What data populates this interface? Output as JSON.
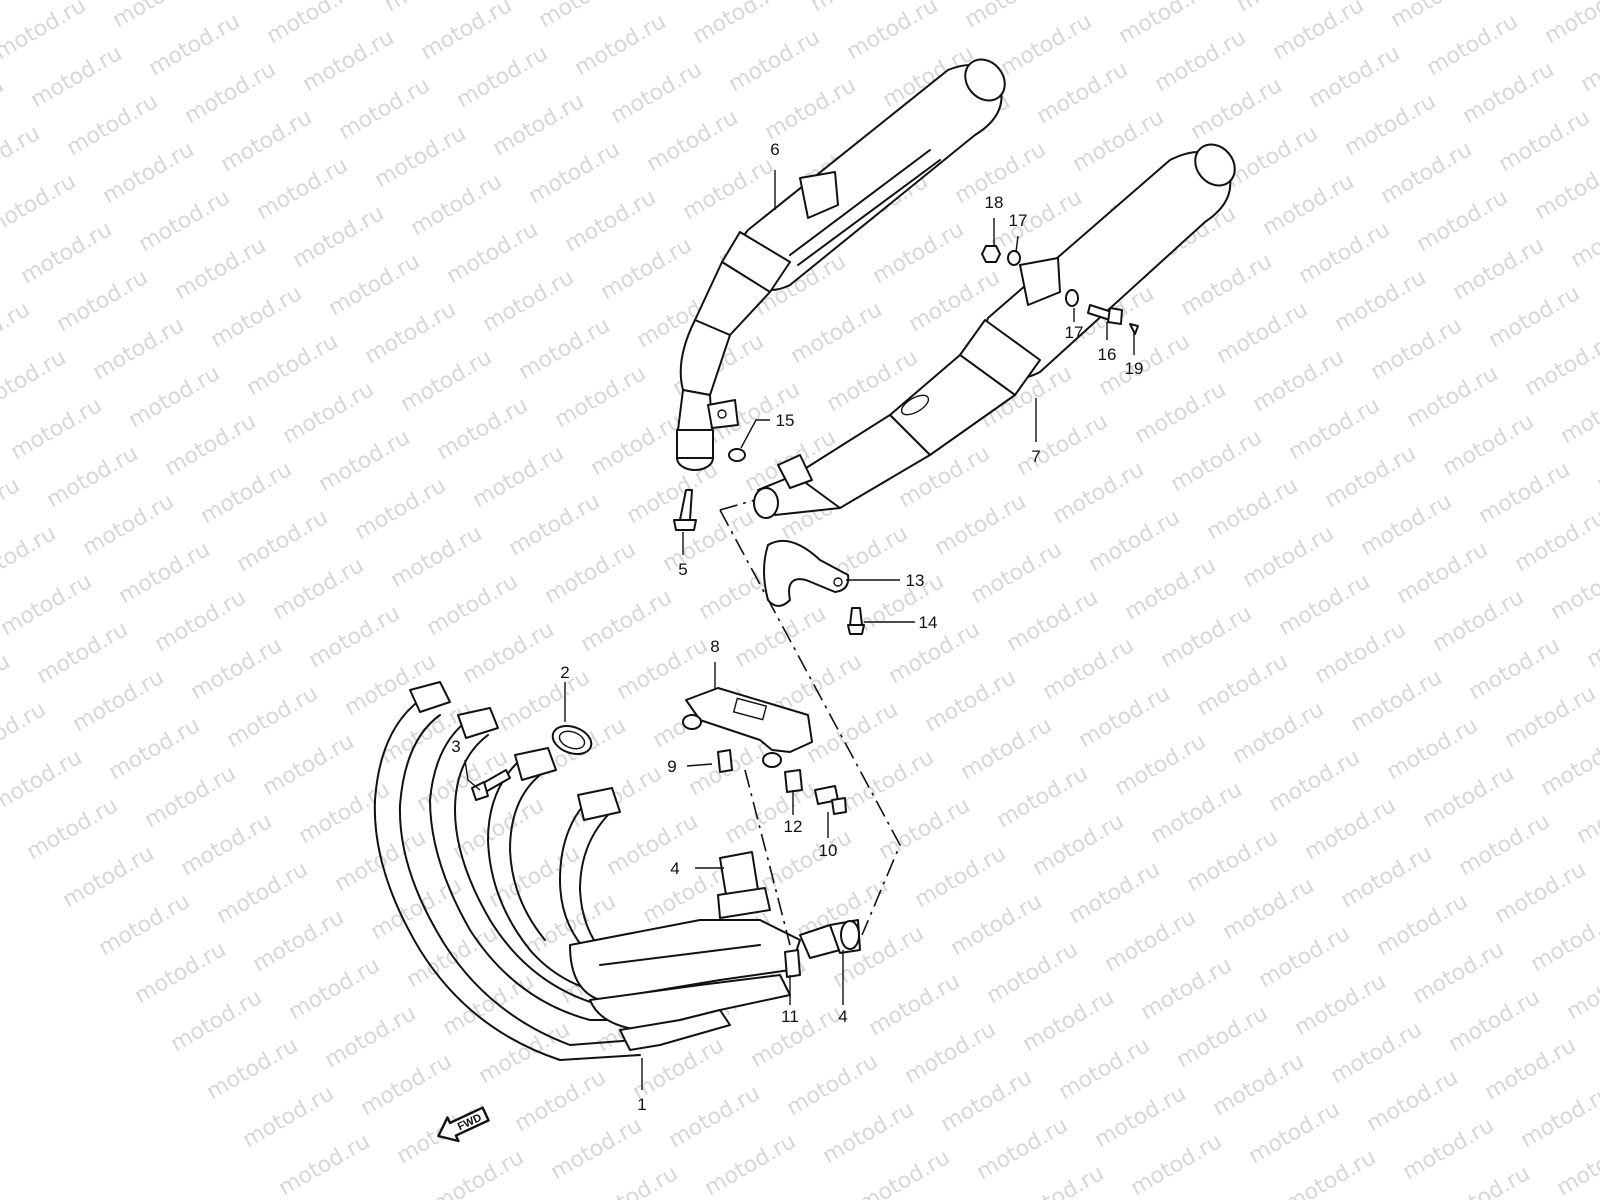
{
  "watermark": {
    "text": "motod.ru",
    "color": "#d7d7d7"
  },
  "fwd_badge": {
    "label": "FWD"
  },
  "callouts": [
    {
      "id": "1",
      "text": "1"
    },
    {
      "id": "2",
      "text": "2"
    },
    {
      "id": "3",
      "text": "3"
    },
    {
      "id": "4a",
      "text": "4"
    },
    {
      "id": "4b",
      "text": "4"
    },
    {
      "id": "5",
      "text": "5"
    },
    {
      "id": "6",
      "text": "6"
    },
    {
      "id": "7",
      "text": "7"
    },
    {
      "id": "8",
      "text": "8"
    },
    {
      "id": "9",
      "text": "9"
    },
    {
      "id": "10",
      "text": "10"
    },
    {
      "id": "11",
      "text": "11"
    },
    {
      "id": "12",
      "text": "12"
    },
    {
      "id": "13",
      "text": "13"
    },
    {
      "id": "14",
      "text": "14"
    },
    {
      "id": "15",
      "text": "15"
    },
    {
      "id": "16",
      "text": "16"
    },
    {
      "id": "17a",
      "text": "17"
    },
    {
      "id": "17b",
      "text": "17"
    },
    {
      "id": "18",
      "text": "18"
    },
    {
      "id": "19",
      "text": "19"
    }
  ]
}
